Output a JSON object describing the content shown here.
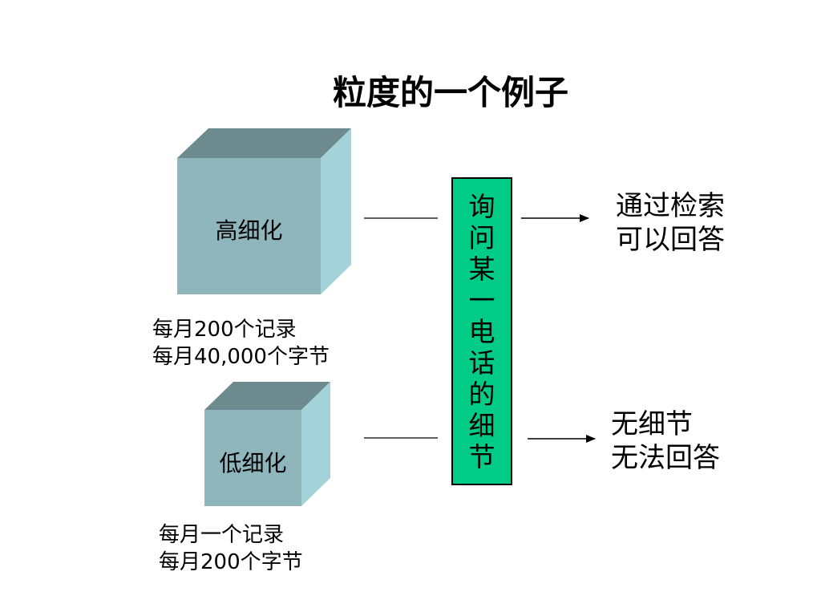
{
  "title": "粒度的一个例子",
  "high": {
    "label": "高细化",
    "note_line1": "每月200个记录",
    "note_line2": "每月40,000个字节"
  },
  "low": {
    "label": "低细化",
    "note_line1": "每月一个记录",
    "note_line2": "每月200个字节"
  },
  "query": {
    "chars": [
      "询",
      "问",
      "某",
      "一",
      "电",
      "话",
      "的",
      "细",
      "节"
    ]
  },
  "outcome_high": {
    "line1": "通过检索",
    "line2": "可以回答"
  },
  "outcome_low": {
    "line1": "无细节",
    "line2": "无法回答"
  },
  "colors": {
    "cube_front": "#8fb5bd",
    "cube_top": "#6d8b8f",
    "cube_side": "#a4d2d9",
    "query_fill": "#00cc88"
  }
}
